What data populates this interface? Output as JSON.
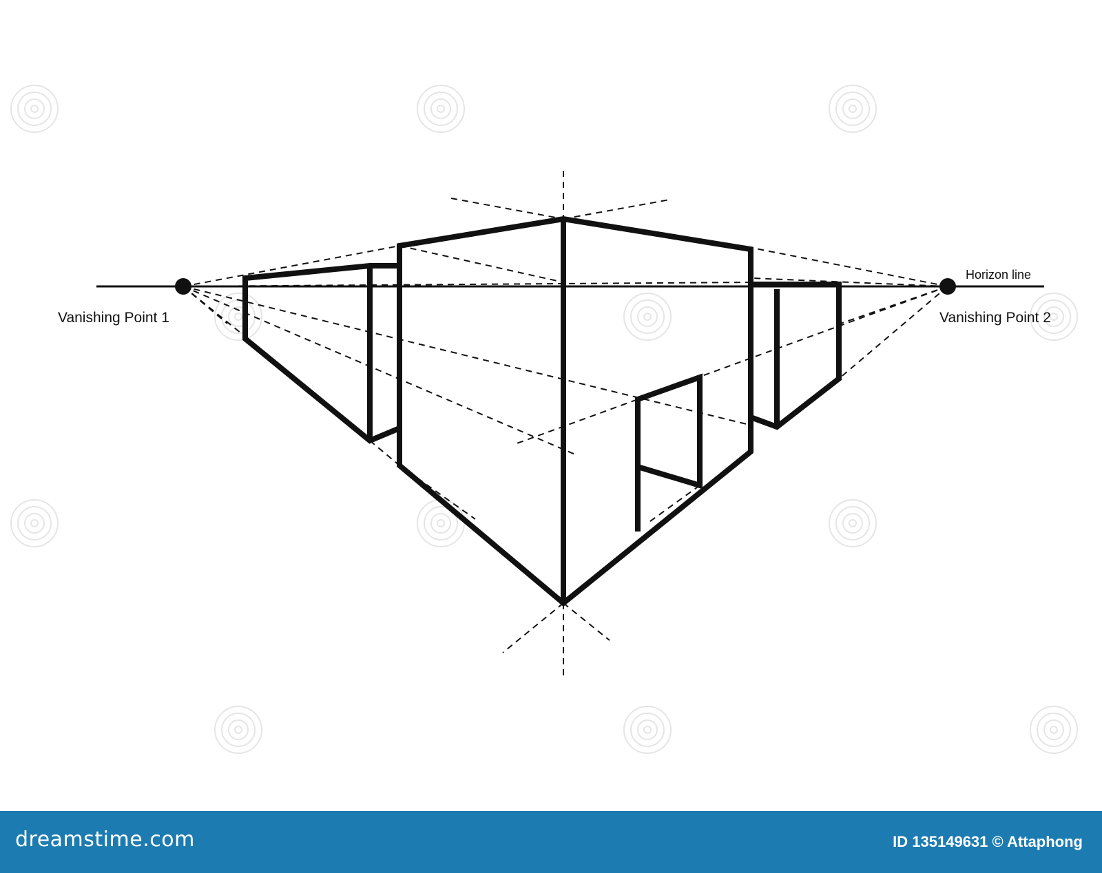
{
  "diagram": {
    "labels": {
      "vp1": "Vanishing Point 1",
      "vp2": "Vanishing Point 2",
      "horizon": "Horizon line"
    }
  },
  "footer": {
    "logo": "dreamstime.com",
    "credit": "ID 135149631 © Attaphong"
  },
  "colors": {
    "ink": "#111111",
    "footer_bg": "#1c7bb0",
    "footer_text": "#ffffff"
  }
}
